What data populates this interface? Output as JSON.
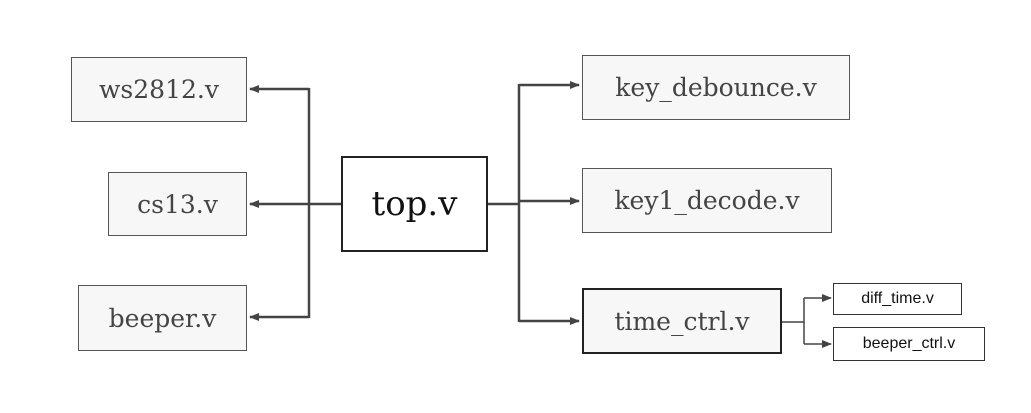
{
  "diagram": {
    "center": {
      "label": "top.v"
    },
    "left": [
      {
        "label": "ws2812.v"
      },
      {
        "label": "cs13.v"
      },
      {
        "label": "beeper.v"
      }
    ],
    "right": [
      {
        "label": "key_debounce.v"
      },
      {
        "label": "key1_decode.v"
      },
      {
        "label": "time_ctrl.v"
      }
    ],
    "sub": [
      {
        "label": "diff_time.v"
      },
      {
        "label": "beeper_ctrl.v"
      }
    ],
    "edges": [
      {
        "from": "top.v",
        "to": "ws2812.v"
      },
      {
        "from": "top.v",
        "to": "cs13.v"
      },
      {
        "from": "top.v",
        "to": "beeper.v"
      },
      {
        "from": "top.v",
        "to": "key_debounce.v"
      },
      {
        "from": "top.v",
        "to": "key1_decode.v"
      },
      {
        "from": "top.v",
        "to": "time_ctrl.v"
      },
      {
        "from": "time_ctrl.v",
        "to": "diff_time.v"
      },
      {
        "from": "time_ctrl.v",
        "to": "beeper_ctrl.v"
      }
    ],
    "line_color": "#444444"
  }
}
